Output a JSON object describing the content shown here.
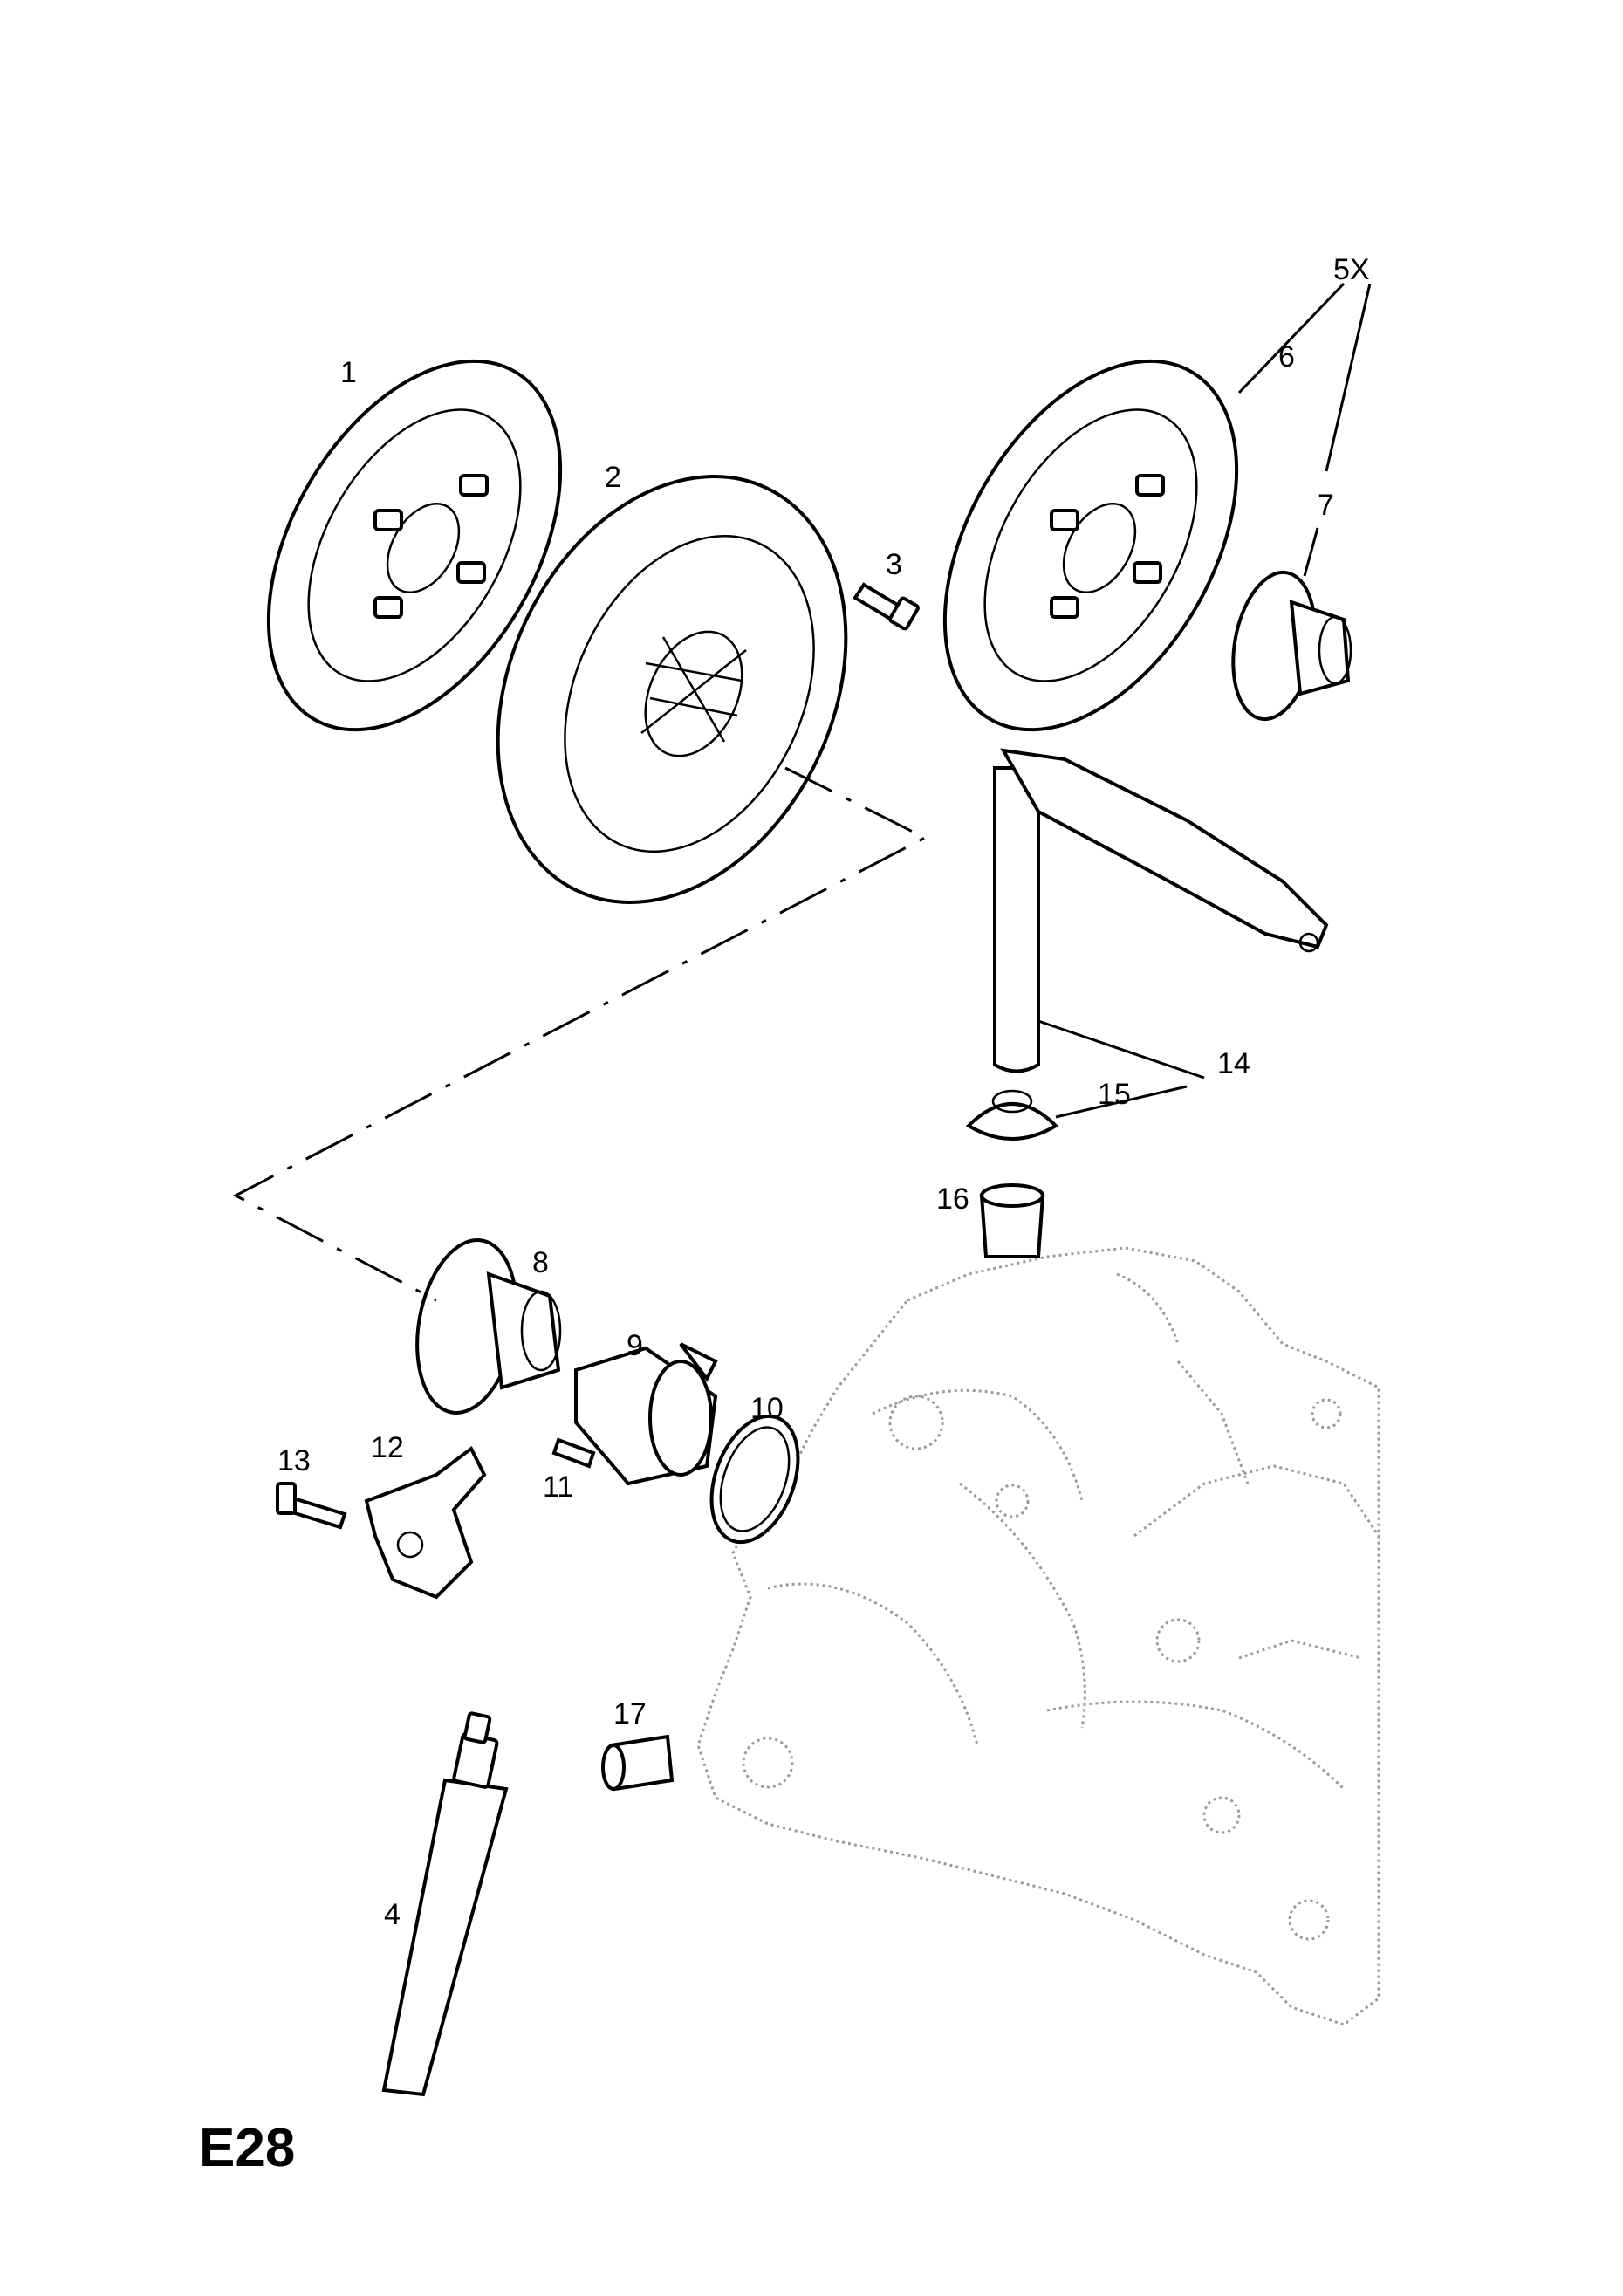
{
  "page_code": "E28",
  "callouts": {
    "c1": "1",
    "c2": "2",
    "c3": "3",
    "c4": "4",
    "c5x": "5X",
    "c6": "6",
    "c7": "7",
    "c8": "8",
    "c9": "9",
    "c10": "10",
    "c11": "11",
    "c12": "12",
    "c13": "13",
    "c14": "14",
    "c15": "15",
    "c16": "16",
    "c17": "17"
  }
}
